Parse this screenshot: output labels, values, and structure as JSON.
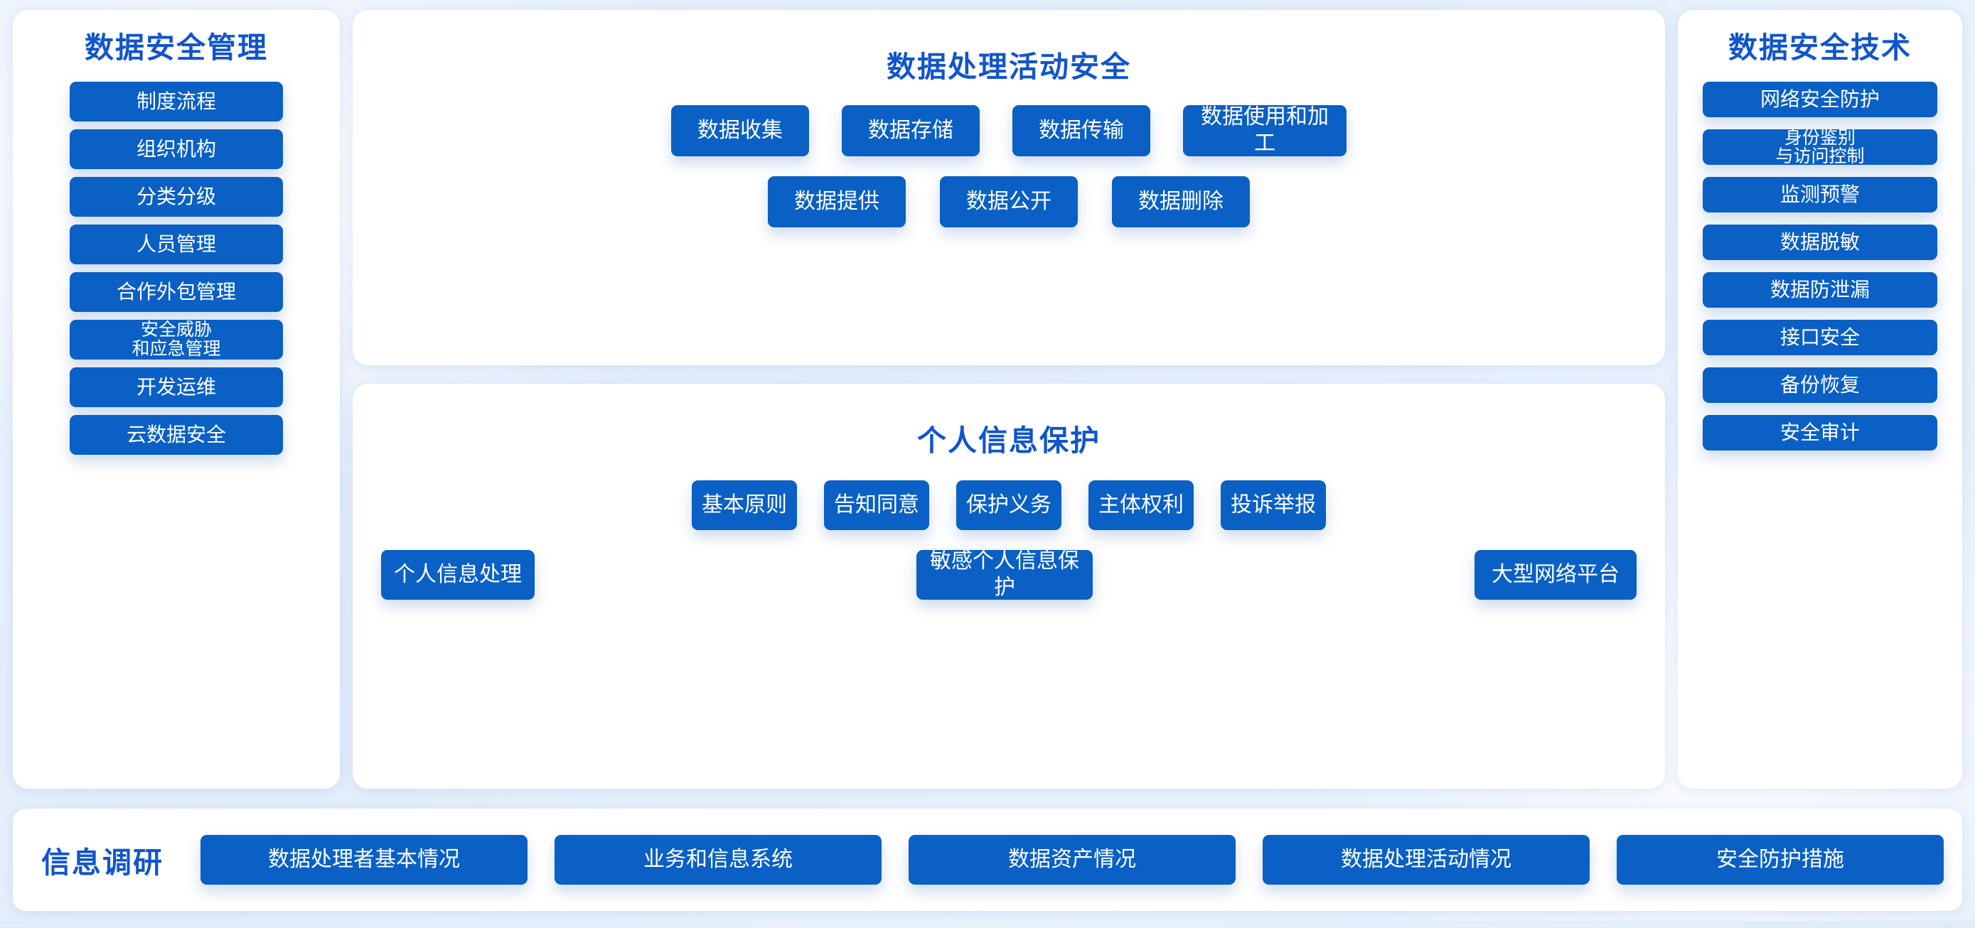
{
  "theme": {
    "accent_blue": "#1155cc",
    "chip_blue": "#0a60c4",
    "chip_text": "#ffffff",
    "panel_bg": "#ffffff",
    "page_bg": "#e8f0fc"
  },
  "left_column": {
    "title": "数据安全管理",
    "items": [
      {
        "label": "制度流程"
      },
      {
        "label": "组织机构"
      },
      {
        "label": "分类分级"
      },
      {
        "label": "人员管理"
      },
      {
        "label": "合作外包管理"
      },
      {
        "label": "安全威胁\n和应急管理"
      },
      {
        "label": "开发运维"
      },
      {
        "label": "云数据安全"
      }
    ]
  },
  "center_column": {
    "data_processing": {
      "title": "数据处理活动安全",
      "row1": [
        {
          "label": "数据收集"
        },
        {
          "label": "数据存储"
        },
        {
          "label": "数据传输"
        },
        {
          "label": "数据使用和加工"
        }
      ],
      "row2": [
        {
          "label": "数据提供"
        },
        {
          "label": "数据公开"
        },
        {
          "label": "数据删除"
        }
      ]
    },
    "personal_info": {
      "title": "个人信息保护",
      "row1": [
        {
          "label": "基本原则"
        },
        {
          "label": "告知同意"
        },
        {
          "label": "保护义务"
        },
        {
          "label": "主体权利"
        },
        {
          "label": "投诉举报"
        }
      ],
      "row2": [
        {
          "label": "个人信息处理"
        },
        {
          "label": "敏感个人信息保护"
        },
        {
          "label": "大型网络平台"
        }
      ]
    }
  },
  "right_column": {
    "title": "数据安全技术",
    "items": [
      {
        "label": "网络安全防护"
      },
      {
        "label": "身份鉴别\n与访问控制"
      },
      {
        "label": "监测预警"
      },
      {
        "label": "数据脱敏"
      },
      {
        "label": "数据防泄漏"
      },
      {
        "label": "接口安全"
      },
      {
        "label": "备份恢复"
      },
      {
        "label": "安全审计"
      }
    ]
  },
  "bottom_bar": {
    "label": "信息调研",
    "items": [
      {
        "label": "数据处理者基本情况"
      },
      {
        "label": "业务和信息系统"
      },
      {
        "label": "数据资产情况"
      },
      {
        "label": "数据处理活动情况"
      },
      {
        "label": "安全防护措施"
      }
    ]
  }
}
